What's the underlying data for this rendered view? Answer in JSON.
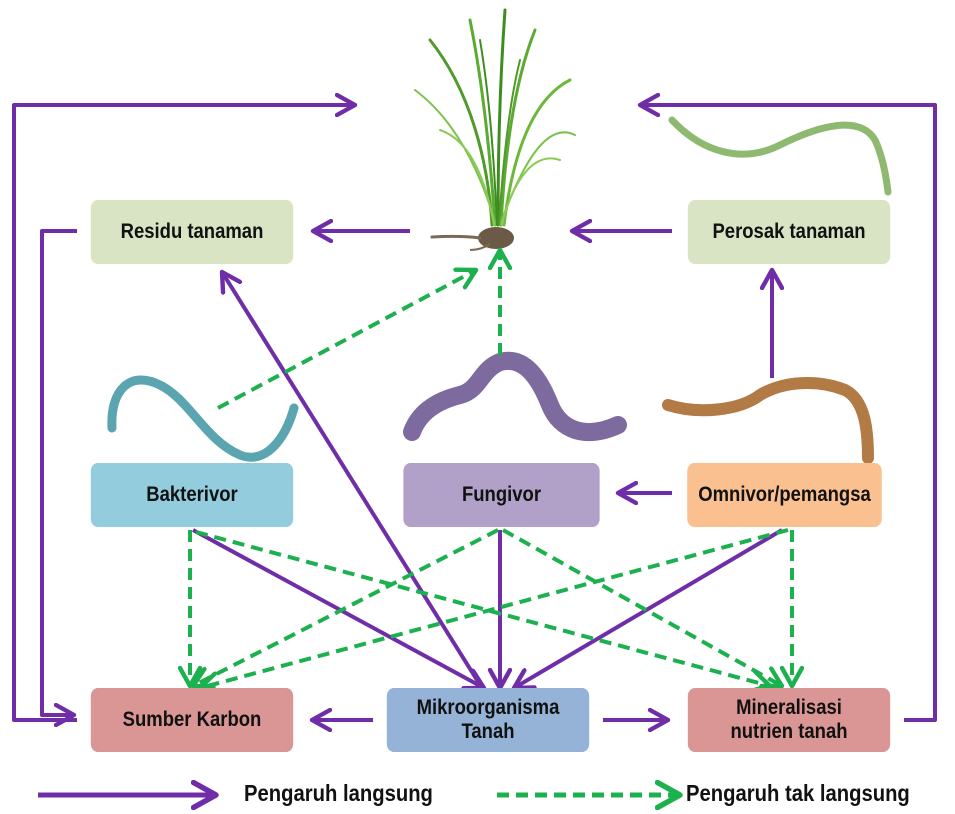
{
  "colors": {
    "direct": "#6f2da8",
    "indirect": "#1db04f",
    "green_box": "#d9e4c4",
    "blue_box": "#93cddd",
    "purple_box": "#b1a0c7",
    "orange_box": "#fac090",
    "red_box": "#d99694",
    "steel_box": "#95b3d7"
  },
  "nodes": {
    "plant": {
      "label": "Rice plant",
      "icon": "rice-plant-icon"
    },
    "residu": {
      "label": "Residu tanaman"
    },
    "perosak": {
      "label": "Perosak tanaman",
      "icon": "plant-parasitic-nematode-icon"
    },
    "bakterivor": {
      "label": "Bakterivor",
      "icon": "bacterivore-nematode-icon"
    },
    "fungivor": {
      "label": "Fungivor",
      "icon": "fungivore-nematode-icon"
    },
    "omnivor": {
      "label": "Omnivor/pemangsa",
      "icon": "omnivore-nematode-icon"
    },
    "karbon": {
      "label": "Sumber Karbon"
    },
    "mikro": {
      "line1": "Mikroorganisma",
      "line2": "Tanah"
    },
    "mineral": {
      "line1": "Mineralisasi",
      "line2": "nutrien tanah"
    }
  },
  "legend": {
    "direct_label": "Pengaruh langsung",
    "indirect_label": "Pengaruh tak langsung"
  },
  "edges": [
    {
      "from": "karbon",
      "to": "plant",
      "type": "direct"
    },
    {
      "from": "mineral",
      "to": "plant",
      "type": "direct"
    },
    {
      "from": "plant",
      "to": "residu",
      "type": "direct"
    },
    {
      "from": "perosak",
      "to": "plant",
      "type": "direct"
    },
    {
      "from": "omnivor",
      "to": "perosak",
      "type": "direct"
    },
    {
      "from": "omnivor",
      "to": "fungivor",
      "type": "direct"
    },
    {
      "from": "mikro",
      "to": "residu",
      "type": "direct"
    },
    {
      "from": "residu",
      "to": "karbon",
      "type": "direct"
    },
    {
      "from": "bakterivor",
      "to": "mikro",
      "type": "direct"
    },
    {
      "from": "fungivor",
      "to": "mikro",
      "type": "direct"
    },
    {
      "from": "omnivor",
      "to": "mikro",
      "type": "direct"
    },
    {
      "from": "mikro",
      "to": "karbon",
      "type": "direct"
    },
    {
      "from": "mikro",
      "to": "mineral",
      "type": "direct"
    },
    {
      "from": "bakterivor",
      "to": "plant",
      "type": "indirect"
    },
    {
      "from": "fungivor",
      "to": "plant",
      "type": "indirect"
    },
    {
      "from": "bakterivor",
      "to": "karbon",
      "type": "indirect"
    },
    {
      "from": "bakterivor",
      "to": "mineral",
      "type": "indirect"
    },
    {
      "from": "fungivor",
      "to": "karbon",
      "type": "indirect"
    },
    {
      "from": "fungivor",
      "to": "mineral",
      "type": "indirect"
    },
    {
      "from": "omnivor",
      "to": "karbon",
      "type": "indirect"
    },
    {
      "from": "omnivor",
      "to": "mineral",
      "type": "indirect"
    }
  ]
}
